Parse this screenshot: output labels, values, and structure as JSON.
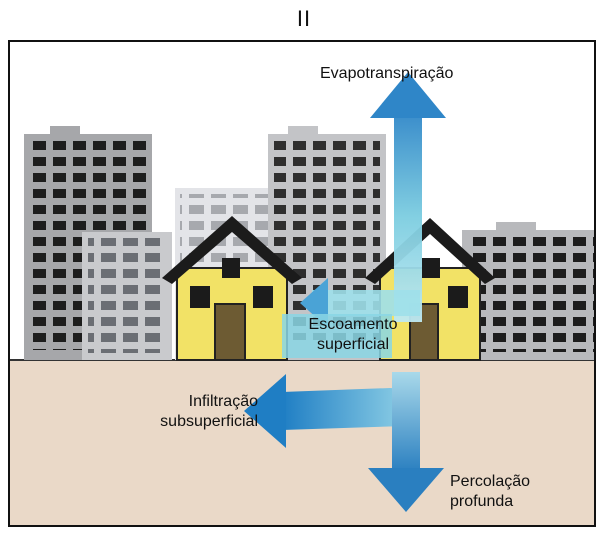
{
  "panel": {
    "label": "II"
  },
  "labels": {
    "evapotranspiracao": "Evapotranspiração",
    "escoamento_superficial": "Escoamento\nsuperficial",
    "infiltracao_subsuperficial": "Infiltração\nsubsuperficial",
    "percolacao_profunda": "Percolação\nprofunda"
  },
  "colors": {
    "sky": "#ffffff",
    "ground": "#ead9c8",
    "building_gray": "#a9aaad",
    "house_yellow": "#f2e266",
    "roof": "#1b1b1b",
    "arrow_blue": "#3b8fd0",
    "arrow_cyan": "#7fd6e6"
  }
}
